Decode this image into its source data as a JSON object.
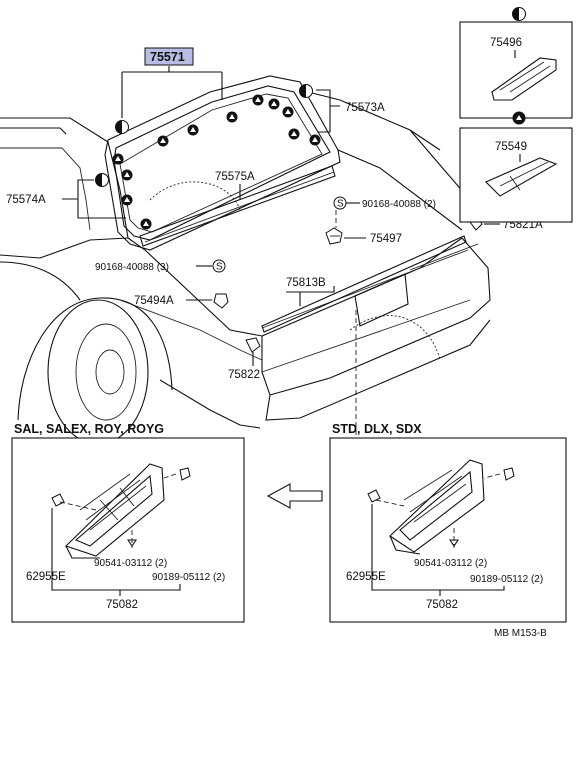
{
  "parts": {
    "p75571": "75571",
    "p75573A": "75573A",
    "p75574A": "75574A",
    "p75575A": "75575A",
    "p75496": "75496",
    "p75549": "75549",
    "p75821A": "75821A",
    "p75497": "75497",
    "p75813B": "75813B",
    "p75494A": "75494A",
    "p75822": "75822",
    "bolt1": "90168-40088 (2)",
    "bolt2": "90168-40088 (3)",
    "left_62955E": "62955E",
    "left_75082": "75082",
    "left_90541": "90541-03112 (2)",
    "left_90189": "90189-05112 (2)",
    "right_62955E": "62955E",
    "right_75082": "75082",
    "right_90541": "90541-03112 (2)",
    "right_90189": "90189-05112 (2)"
  },
  "panels": {
    "left_title": "SAL, SALEX, ROY, ROYG",
    "right_title": "STD, DLX, SDX"
  },
  "marks": {
    "s": "S"
  },
  "footer": {
    "code": "MB  M153-B"
  },
  "colors": {
    "highlight_box": "#b9bde3",
    "line": "#111111"
  },
  "icons": [
    "half-circle-icon",
    "filled-circle-icon",
    "triangle-in-circle-icon",
    "s-in-circle-icon",
    "arrow-left-icon"
  ]
}
